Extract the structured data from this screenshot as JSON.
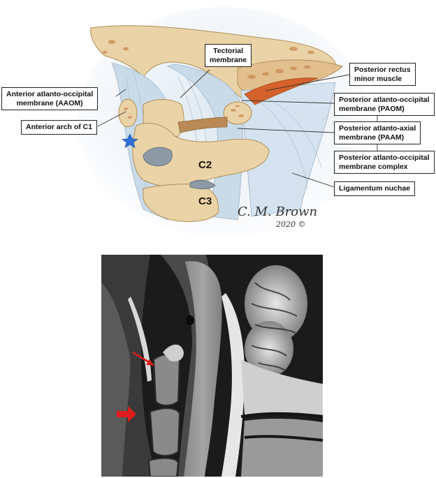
{
  "illustration": {
    "labels": {
      "tectorial": [
        "Tectorial",
        "membrane"
      ],
      "aaom": [
        "Anterior atlanto-occipital",
        "membrane (AAOM)"
      ],
      "c1": "Anterior arch of C1",
      "prm": [
        "Posterior rectus",
        "minor muscle"
      ],
      "paom": [
        "Posterior atlanto-occipital",
        "membrane (PAOM)"
      ],
      "paam": [
        "Posterior atlanto-axial",
        "membrane (PAAM)"
      ],
      "complex": [
        "Posterior atlanto-occipital",
        "membrane complex"
      ],
      "nuchae": "Ligamentum nuchae"
    },
    "vertebra_labels": {
      "c2": "C2",
      "c3": "C3"
    },
    "signature": {
      "name": "C. M. Brown",
      "year": "2020",
      "copyright": "©"
    },
    "colors": {
      "bone": "#ead3a6",
      "bone_dark": "#c8a872",
      "ligament": "#c9dbe9",
      "muscle": "#d4622a",
      "star": "#2f6fd6"
    }
  },
  "mri": {
    "arrow_color": "#e01b1b",
    "markers": [
      "thin-arrow",
      "thick-arrow"
    ]
  }
}
